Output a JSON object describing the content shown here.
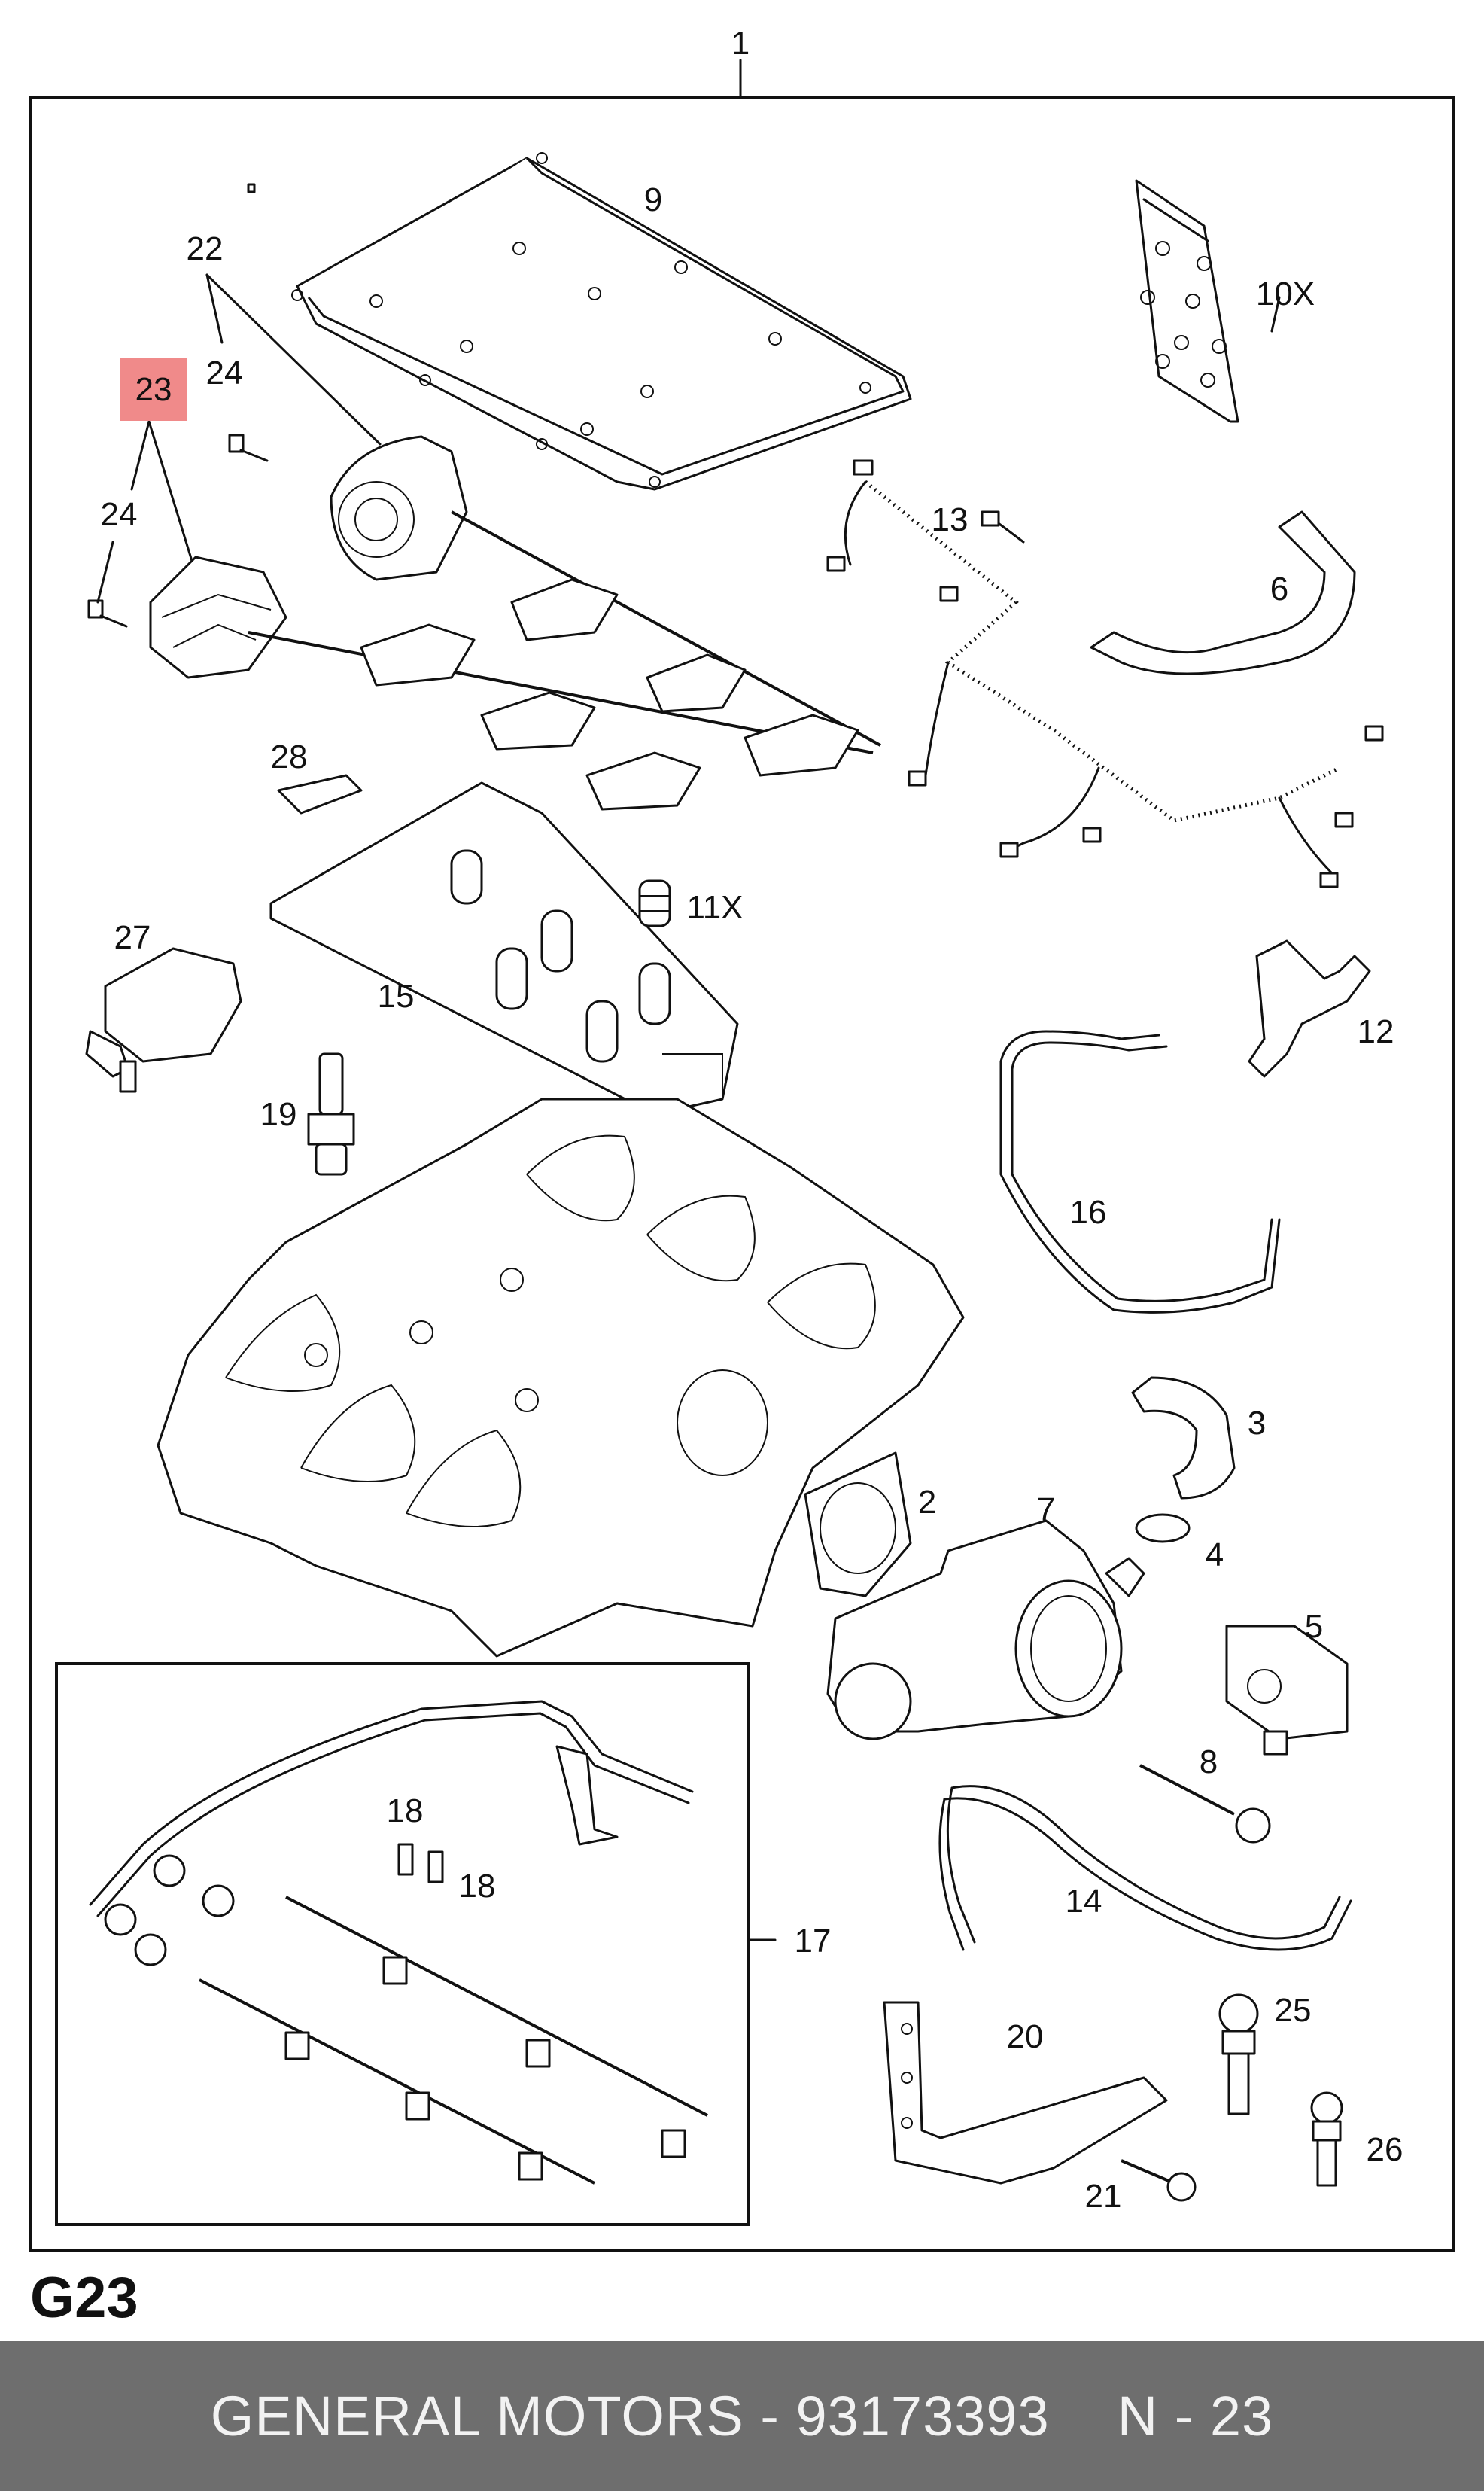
{
  "diagram": {
    "labels": [
      "1",
      "9",
      "10X",
      "22",
      "24",
      "23",
      "24",
      "13",
      "6",
      "28",
      "11X",
      "27",
      "15",
      "12",
      "19",
      "16",
      "3",
      "2",
      "7",
      "4",
      "5",
      "8",
      "18",
      "18",
      "17",
      "14",
      "20",
      "25",
      "21",
      "26"
    ],
    "group_code": "G23"
  },
  "footer": {
    "brand": "GENERAL MOTORS",
    "dash": " - ",
    "part_number": "93173393",
    "ref": "N - 23"
  },
  "colors": {
    "highlight": "#f08a8a",
    "footer_bg": "#6e6e6e",
    "line": "#111111"
  }
}
